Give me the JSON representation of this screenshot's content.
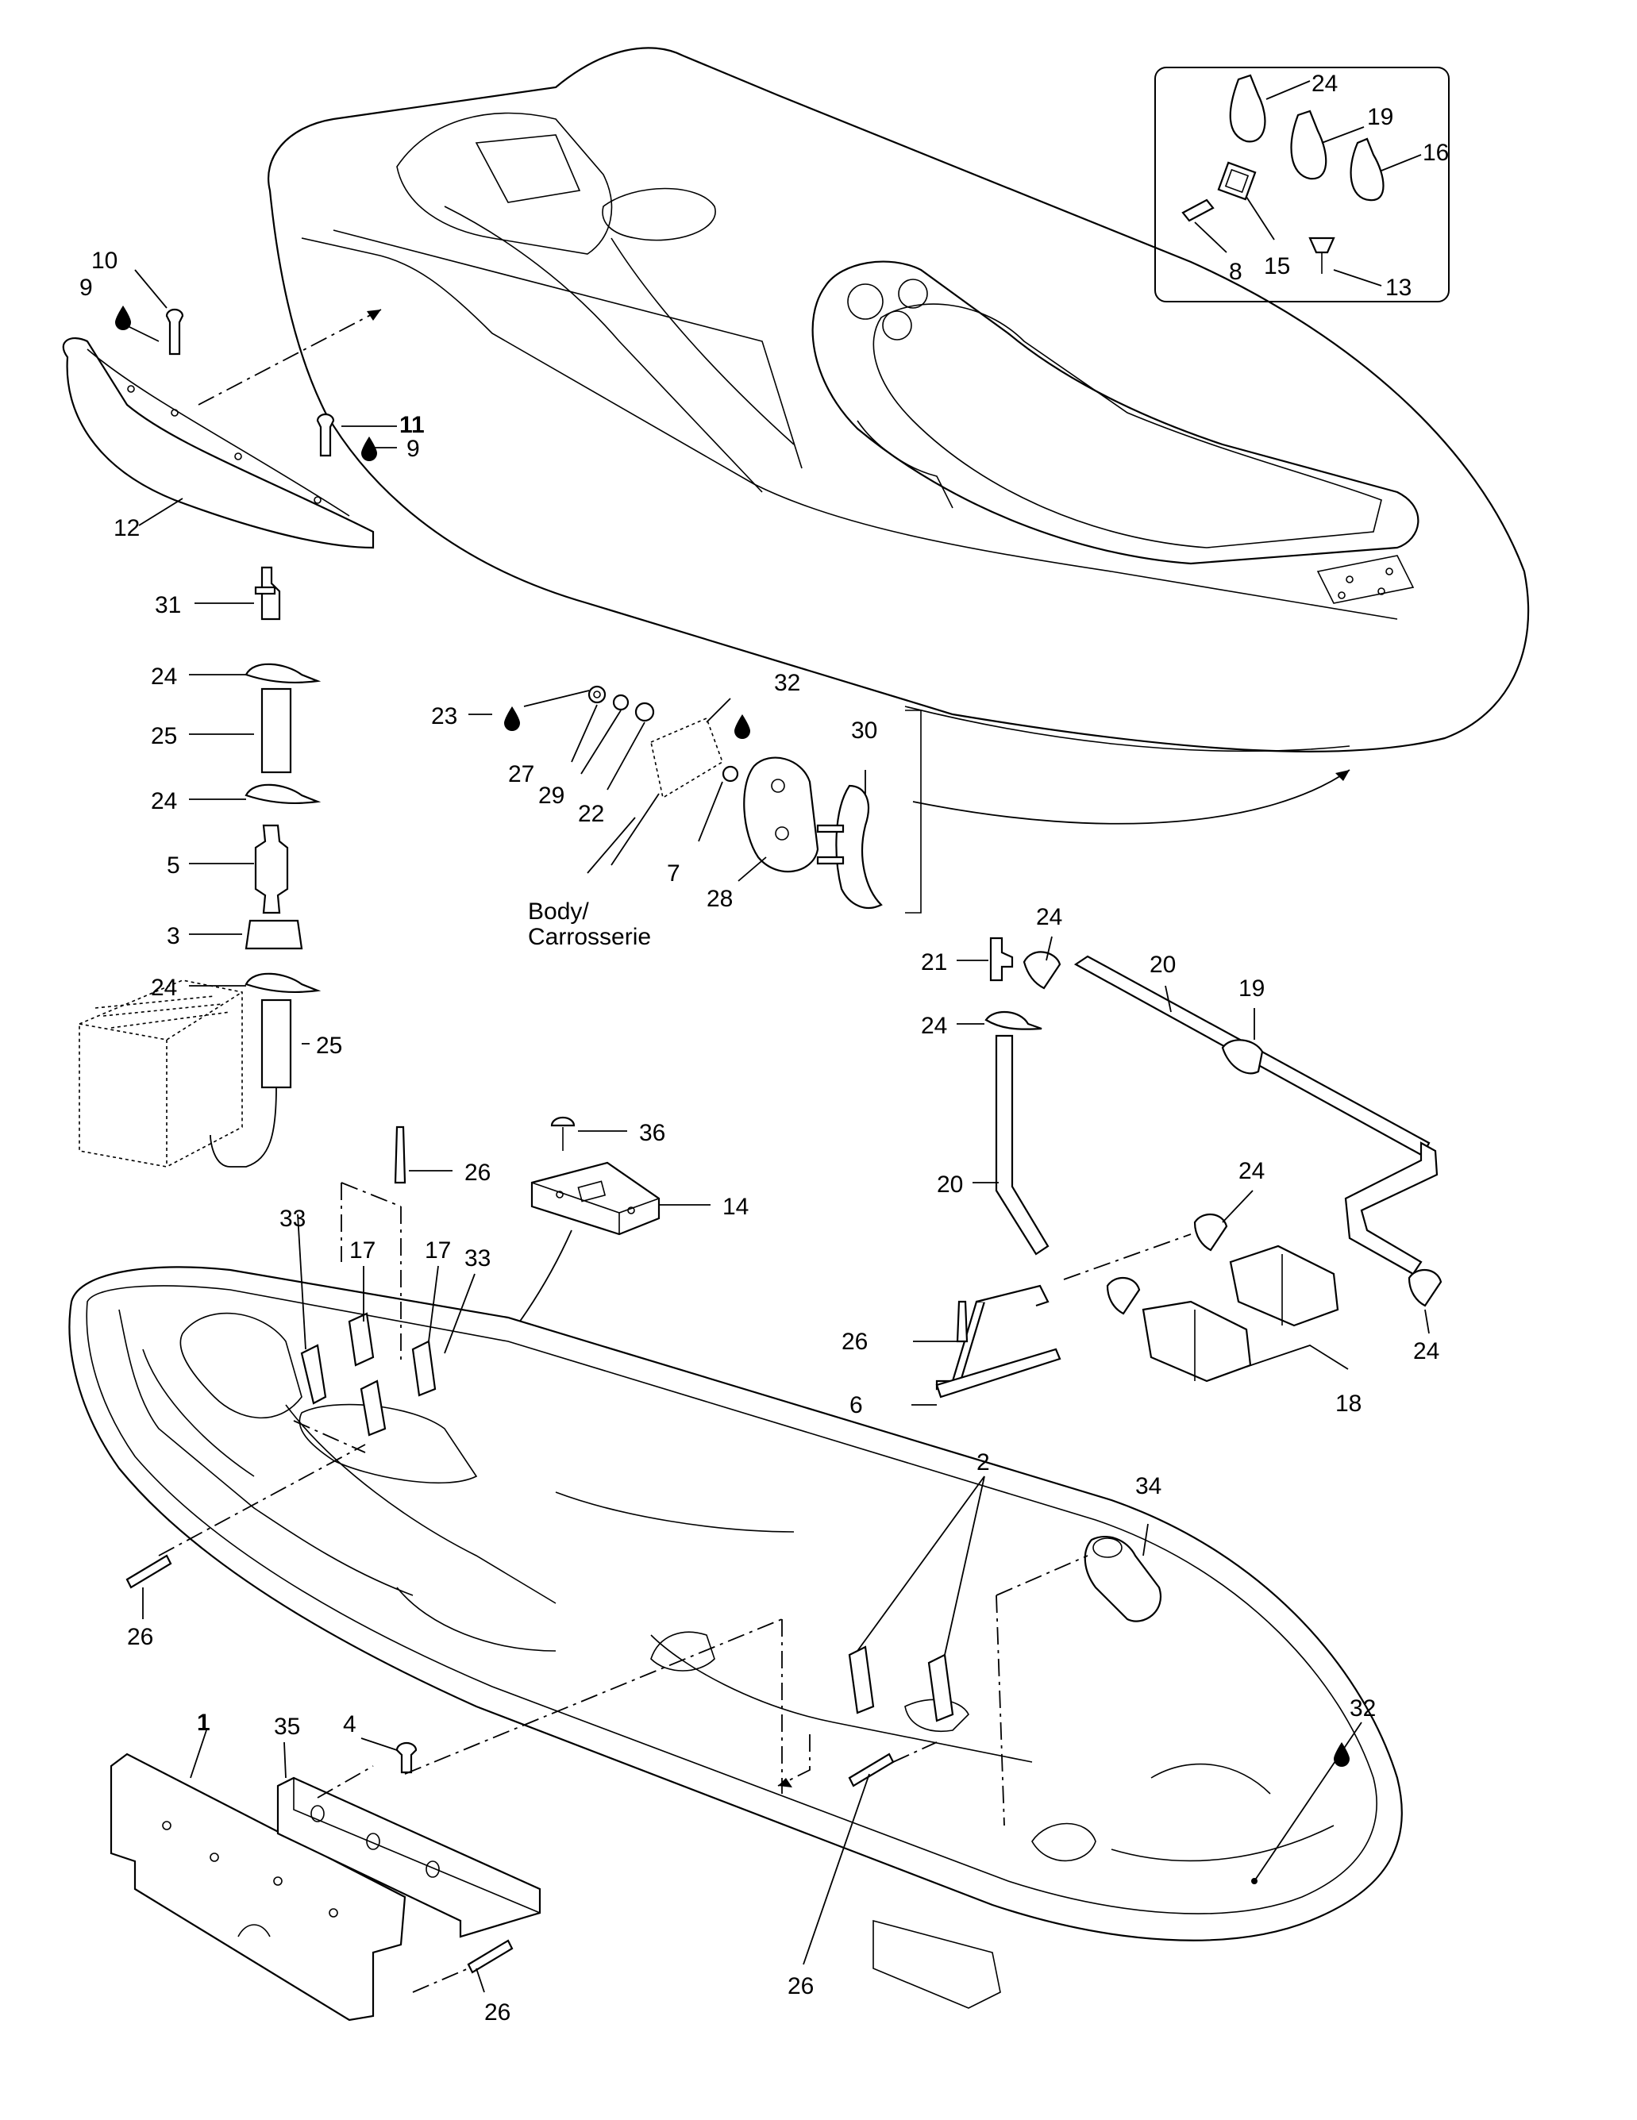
{
  "diagram": {
    "callouts": [
      {
        "id": "c24a",
        "text": "24"
      },
      {
        "id": "c19a",
        "text": "19"
      },
      {
        "id": "c16",
        "text": "16"
      },
      {
        "id": "c8",
        "text": "8"
      },
      {
        "id": "c15",
        "text": "15"
      },
      {
        "id": "c13",
        "text": "13"
      },
      {
        "id": "c10",
        "text": "10"
      },
      {
        "id": "c9a",
        "text": "9"
      },
      {
        "id": "c11",
        "text": "11"
      },
      {
        "id": "c9b",
        "text": "9"
      },
      {
        "id": "c12",
        "text": "12"
      },
      {
        "id": "c31",
        "text": "31"
      },
      {
        "id": "c24b",
        "text": "24"
      },
      {
        "id": "c25a",
        "text": "25"
      },
      {
        "id": "c24c",
        "text": "24"
      },
      {
        "id": "c5",
        "text": "5"
      },
      {
        "id": "c3",
        "text": "3"
      },
      {
        "id": "c24d",
        "text": "24"
      },
      {
        "id": "c25b",
        "text": "25"
      },
      {
        "id": "c23",
        "text": "23"
      },
      {
        "id": "c32a",
        "text": "32"
      },
      {
        "id": "c27",
        "text": "27"
      },
      {
        "id": "c29",
        "text": "29"
      },
      {
        "id": "c22",
        "text": "22"
      },
      {
        "id": "c30",
        "text": "30"
      },
      {
        "id": "c7",
        "text": "7"
      },
      {
        "id": "c28",
        "text": "28"
      },
      {
        "id": "c21",
        "text": "21"
      },
      {
        "id": "c24e",
        "text": "24"
      },
      {
        "id": "c20a",
        "text": "20"
      },
      {
        "id": "c19b",
        "text": "19"
      },
      {
        "id": "c24f",
        "text": "24"
      },
      {
        "id": "c20b",
        "text": "20"
      },
      {
        "id": "c24g",
        "text": "24"
      },
      {
        "id": "c26a",
        "text": "26"
      },
      {
        "id": "c36",
        "text": "36"
      },
      {
        "id": "c14",
        "text": "14"
      },
      {
        "id": "c33a",
        "text": "33"
      },
      {
        "id": "c17a",
        "text": "17"
      },
      {
        "id": "c17b",
        "text": "17"
      },
      {
        "id": "c33b",
        "text": "33"
      },
      {
        "id": "c26b",
        "text": "26"
      },
      {
        "id": "c6",
        "text": "6"
      },
      {
        "id": "c18",
        "text": "18"
      },
      {
        "id": "c24h",
        "text": "24"
      },
      {
        "id": "c34",
        "text": "34"
      },
      {
        "id": "c2",
        "text": "2"
      },
      {
        "id": "c26c",
        "text": "26"
      },
      {
        "id": "c32b",
        "text": "32"
      },
      {
        "id": "c1",
        "text": "1"
      },
      {
        "id": "c35",
        "text": "35"
      },
      {
        "id": "c4",
        "text": "4"
      },
      {
        "id": "c26d",
        "text": "26"
      },
      {
        "id": "c26e",
        "text": "26"
      }
    ],
    "body_label_line1": "Body/",
    "body_label_line2": "Carrosserie"
  }
}
